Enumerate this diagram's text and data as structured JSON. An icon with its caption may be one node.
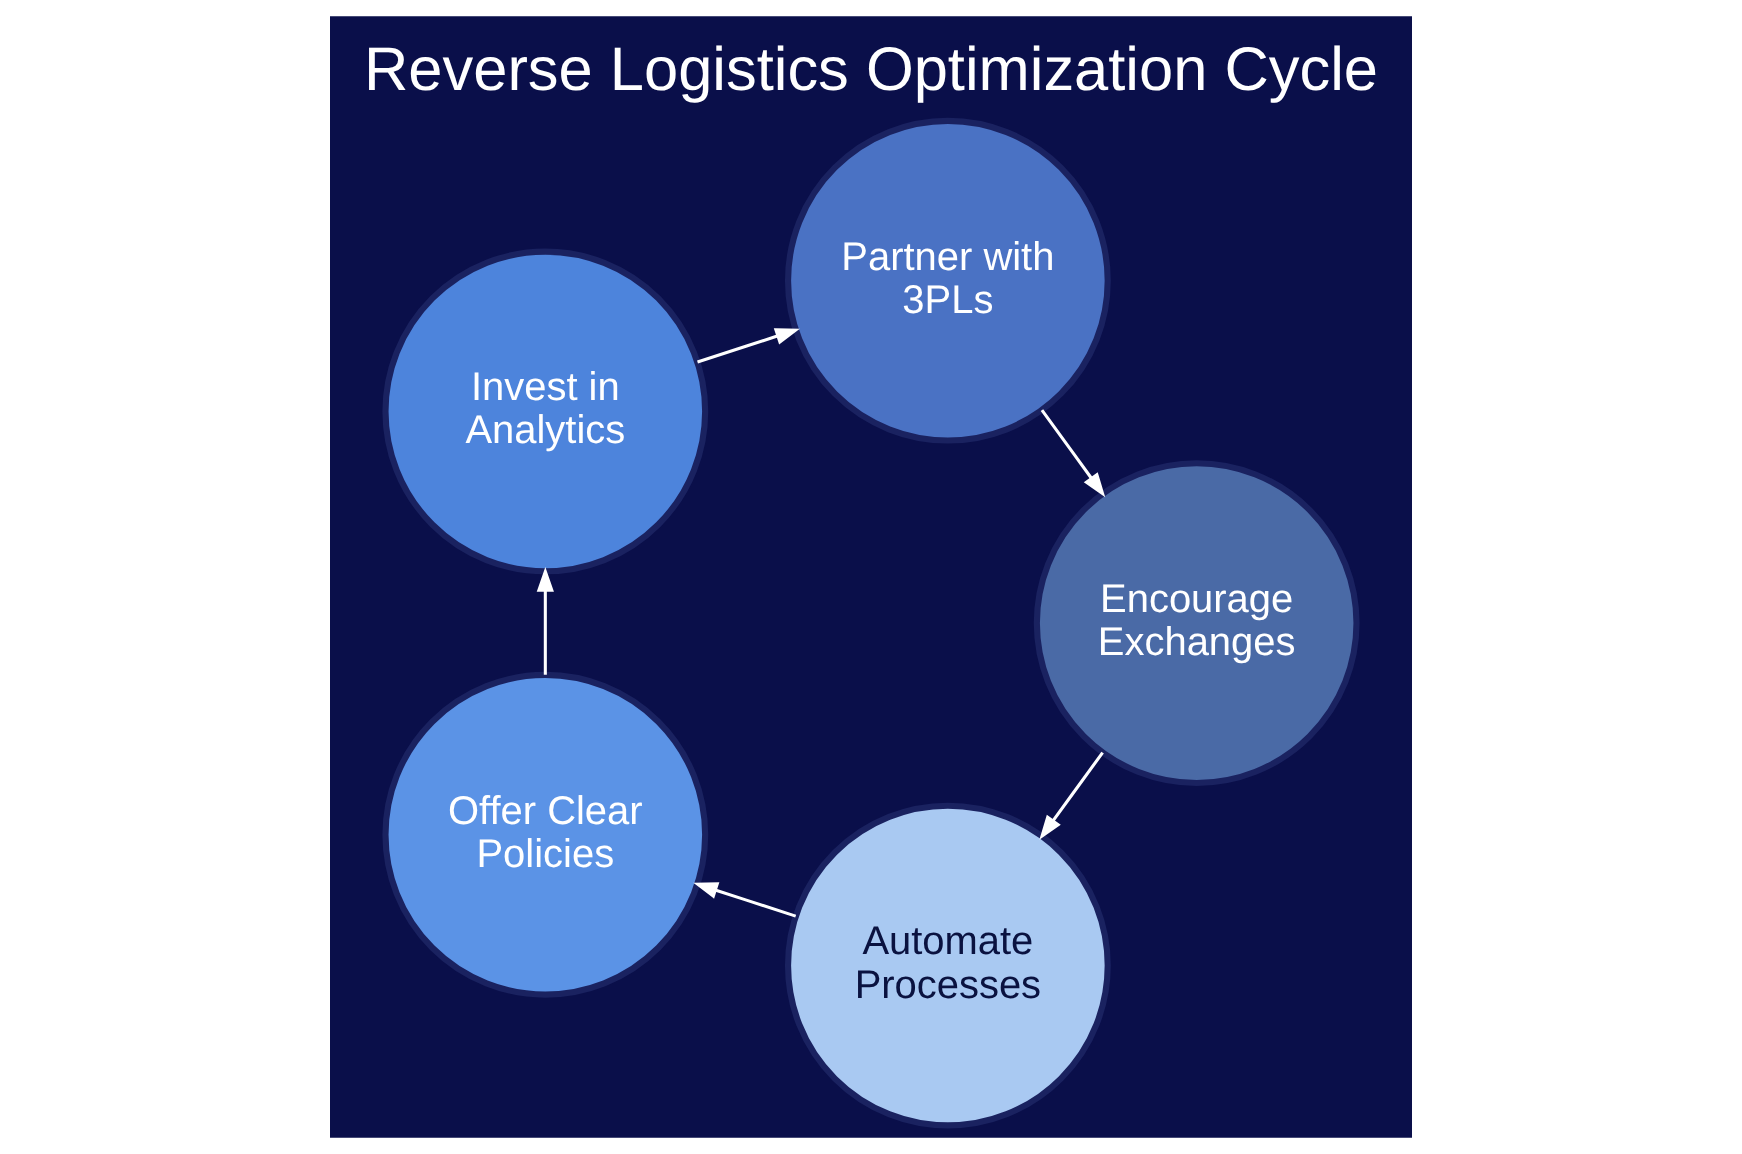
{
  "diagram": {
    "title": "Reverse Logistics Optimization Cycle",
    "nodes": [
      {
        "text": [
          "Automate Processes"
        ]
      },
      {
        "text": [
          "Offer Clear Policies"
        ]
      },
      {
        "text": [
          "Invest in Analytics"
        ]
      },
      {
        "text": [
          "Partner with 3PLs"
        ]
      },
      {
        "text": [
          "Encourage Exchanges"
        ]
      }
    ],
    "edges": [
      {
        "from": 0,
        "to": 1,
        "arrow": "to"
      },
      {
        "from": 1,
        "to": 2,
        "arrow": "to"
      },
      {
        "from": 2,
        "to": 3,
        "arrow": "to"
      },
      {
        "from": 3,
        "to": 4,
        "arrow": "to"
      },
      {
        "from": 4,
        "to": 0,
        "arrow": "to"
      }
    ]
  }
}
